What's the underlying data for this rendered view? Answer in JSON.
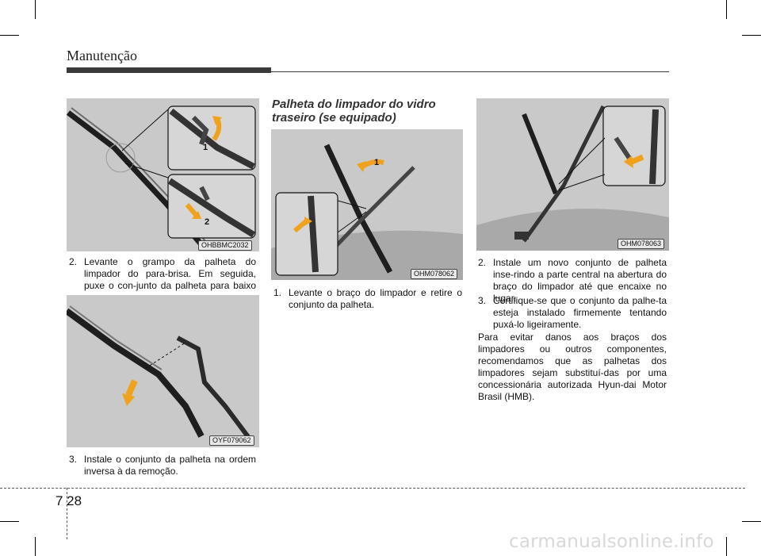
{
  "header": {
    "title": "Manutenção"
  },
  "left": {
    "figure1": {
      "code": "OHBBMC2032",
      "callout1": "1",
      "callout2": "2"
    },
    "step2": {
      "num": "2.",
      "text": "Levante o grampo da palheta do limpador do para-brisa. Em seguida, puxe o con-junto da palheta para baixo e remova-o."
    },
    "figure2": {
      "code": "OYF079062"
    },
    "step3": {
      "num": "3.",
      "text": "Instale o conjunto da palheta na ordem inversa à da remoção."
    }
  },
  "middle": {
    "section_title": "Palheta do limpador do vidro traseiro (se equipado)",
    "figure": {
      "code": "OHM078062",
      "callout1": "1"
    },
    "step1": {
      "num": "1.",
      "text": "Levante o braço do limpador e retire o conjunto da palheta."
    }
  },
  "right": {
    "figure": {
      "code": "OHM078063"
    },
    "step2": {
      "num": "2.",
      "text": "Instale um novo conjunto de palheta inse-rindo a parte central na abertura do braço do limpador até que encaixe no lugar."
    },
    "step3": {
      "num": "3.",
      "text": "Certifique-se que o conjunto da palhe-ta esteja instalado firmemente tentando puxá-lo ligeiramente."
    },
    "paragraph": "Para evitar danos aos braços dos limpadores ou outros componentes, recomendamos que as palhetas dos limpadores sejam substituí-das por uma concessionária autorizada Hyun-dai Motor Brasil (HMB)."
  },
  "footer": {
    "page_number": "7 28"
  },
  "watermark": "carmanualsonline.info",
  "colors": {
    "arrow": "#f0a21c",
    "figure_bg": "#c9c9c9",
    "rule": "#3a3a3a"
  }
}
